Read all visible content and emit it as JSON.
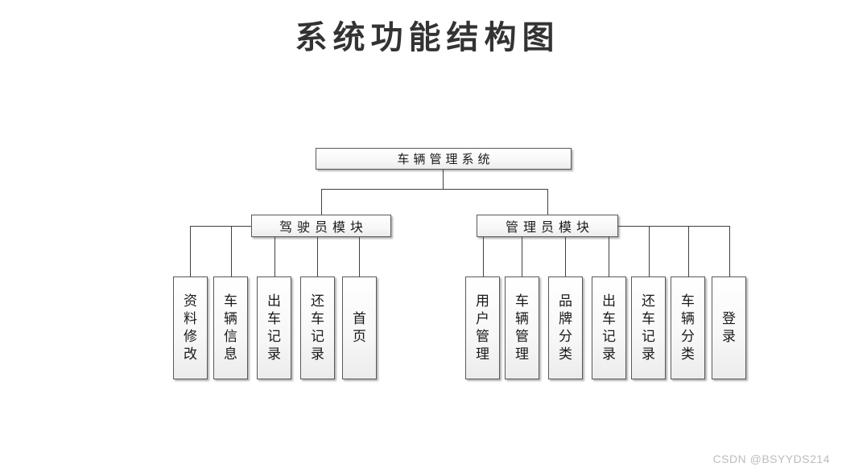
{
  "title": "系统功能结构图",
  "watermark": "CSDN @BSYYDS214",
  "tree": {
    "root": "车辆管理系统",
    "branches": [
      {
        "label": "驾驶员模块",
        "children": [
          "资料修改",
          "车辆信息",
          "出车记录",
          "还车记录",
          "首页"
        ]
      },
      {
        "label": "管理员模块",
        "children": [
          "用户管理",
          "车辆管理",
          "品牌分类",
          "出车记录",
          "还车记录",
          "车辆分类",
          "登录"
        ]
      }
    ]
  },
  "colors": {
    "box_border": "#595959",
    "box_fill_top": "#ffffff",
    "box_fill_bottom": "#ececec",
    "connector": "#404040",
    "title_text": "#333333",
    "watermark_text": "#b9bdc1"
  }
}
